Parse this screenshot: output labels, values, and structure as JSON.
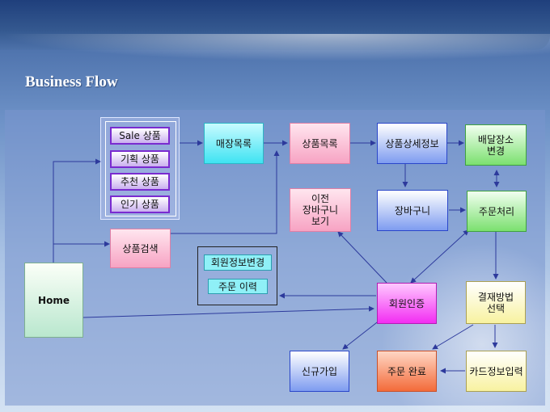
{
  "slide": {
    "title": "Business Flow"
  },
  "nodes": {
    "sale": "Sale 상품",
    "plan": "기획 상품",
    "recommend": "추천 상품",
    "popular": "인기 상품",
    "search": "상품검색",
    "store_list": "매장목록",
    "product_list": "상품목록",
    "product_detail": "상품상세정보",
    "delivery_change": "배달장소\n변경",
    "prev_cart": "이전\n장바구니\n보기",
    "cart": "장바구니",
    "order_process": "주문처리",
    "member_info_change": "회원정보변경",
    "order_history": "주문 이력",
    "home": "Home",
    "member_auth": "회원인증",
    "payment_select": "결재방법\n선택",
    "signup": "신규가입",
    "order_complete": "주문 완료",
    "card_input": "카드정보입력"
  },
  "colors": {
    "pink": "#f7a3c3",
    "cyan": "#3fe3f2",
    "blue": "#7e9cf0",
    "green": "#7be06f",
    "yellow": "#f8f2a0",
    "orange": "#f36b3a",
    "magenta": "#f22df2",
    "connector": "#2d3a9c"
  }
}
